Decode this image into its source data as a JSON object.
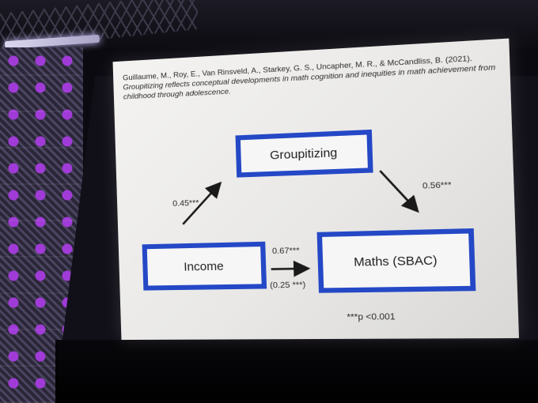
{
  "slide": {
    "citation_authors": "Guillaume, M., Roy, E., Van Rinsveld, A., Starkey, G. S., Uncapher, M. R., & McCandliss, B. (2021).",
    "citation_title": "Groupitizing reflects conceptual developments in math cognition and inequities in math achievement from childhood through adolescence.",
    "nodes": {
      "groupitizing": "Groupitizing",
      "income": "Income",
      "maths": "Maths (SBAC)"
    },
    "paths": {
      "income_to_groupitizing": "0.45***",
      "groupitizing_to_maths": "0.56***",
      "income_to_maths_total": "0.67***",
      "income_to_maths_direct": "(0.25 ***)"
    },
    "footnote": "***p <0.001",
    "accent_color": "#2448c6"
  }
}
